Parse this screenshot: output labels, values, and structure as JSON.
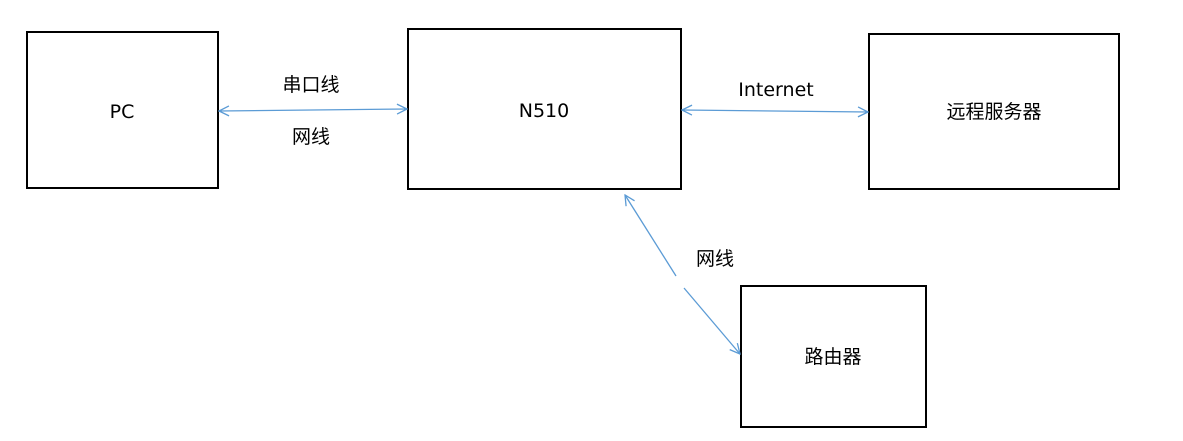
{
  "nodes": {
    "pc": {
      "label": "PC"
    },
    "n510": {
      "label": "N510"
    },
    "server": {
      "label": "远程服务器"
    },
    "router": {
      "label": "路由器"
    }
  },
  "edges": {
    "pc_n510": {
      "labels": [
        "串口线",
        "网线"
      ]
    },
    "n510_server": {
      "labels": [
        "Internet"
      ]
    },
    "n510_router": {
      "labels": [
        "网线"
      ]
    }
  },
  "colors": {
    "connector": "#5b9bd5",
    "box_border": "#000000"
  }
}
